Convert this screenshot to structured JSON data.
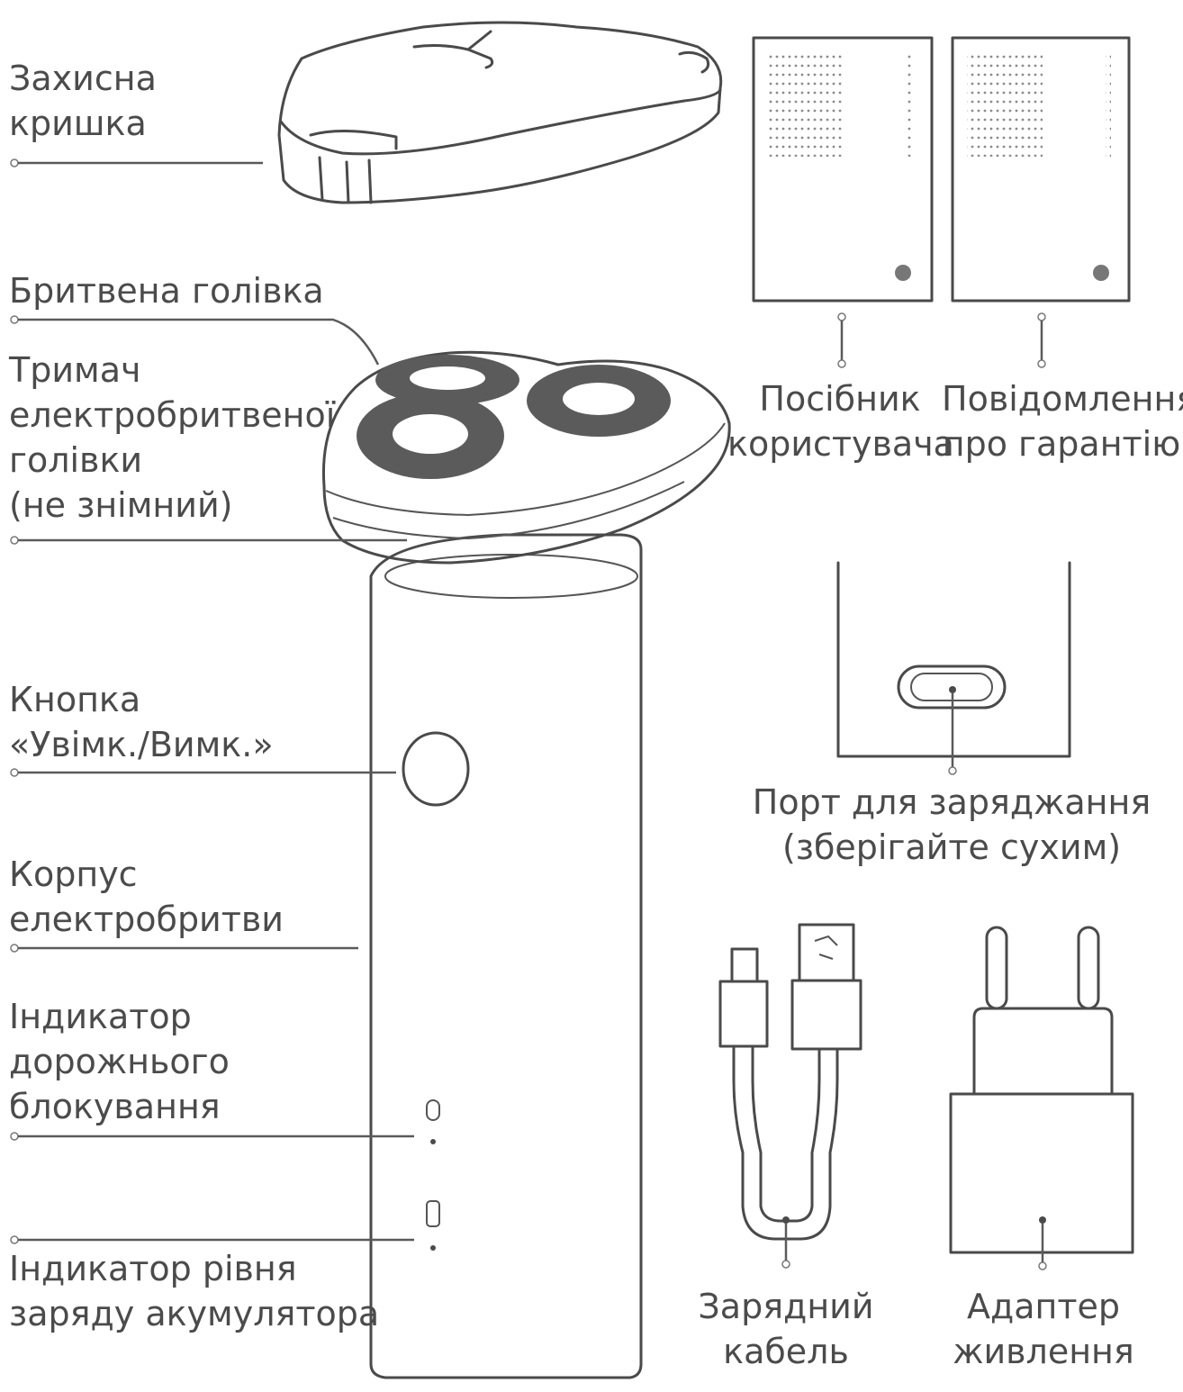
{
  "labels": {
    "cover": [
      "Захисна",
      "кришка"
    ],
    "head": "Бритвена голівка",
    "holder": [
      "Тримач",
      "електробритвеної",
      "голівки",
      "(не знімний)"
    ],
    "button": [
      "Кнопка",
      "«Увімк./Вимк.»"
    ],
    "body": [
      "Корпус",
      "електробритви"
    ],
    "travel_lock": [
      "Індикатор",
      "дорожнього",
      "блокування"
    ],
    "battery": [
      "Індикатор рівня",
      "заряду акумулятора"
    ],
    "manual": [
      "Посібник",
      "користувача"
    ],
    "warranty": [
      "Повідомлення",
      "про гарантію"
    ],
    "port": [
      "Порт для заряджання",
      "(зберігайте сухим)"
    ],
    "cable": [
      "Зарядний",
      "кабель"
    ],
    "adapter": [
      "Адаптер",
      "живлення"
    ]
  },
  "colors": {
    "line": "#4a4a4a",
    "text": "#4b4b4b",
    "background": "#ffffff"
  }
}
